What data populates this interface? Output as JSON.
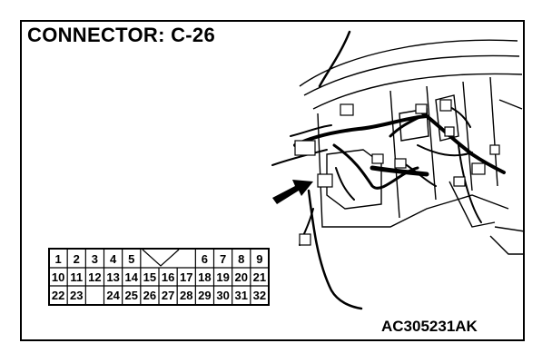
{
  "diagram": {
    "title": "CONNECTOR: C-26",
    "figure_code": "AC305231AK",
    "connector": {
      "row1": [
        "1",
        "2",
        "3",
        "4",
        "5",
        "",
        "",
        "",
        "6",
        "7",
        "8",
        "9"
      ],
      "row2": [
        "10",
        "11",
        "12",
        "13",
        "14",
        "15",
        "16",
        "17",
        "18",
        "19",
        "20",
        "21"
      ],
      "row3": [
        "22",
        "23",
        "",
        "24",
        "25",
        "26",
        "27",
        "28",
        "29",
        "30",
        "31",
        "32"
      ]
    }
  }
}
